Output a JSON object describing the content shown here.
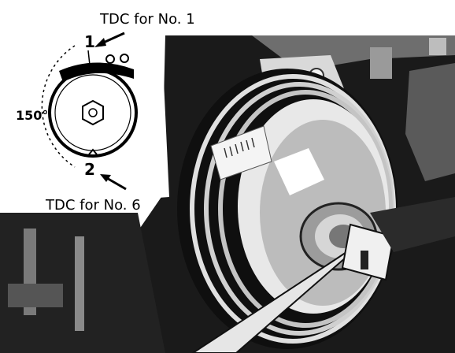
{
  "labels": {
    "tdc_no1": "TDC for No. 1",
    "tdc_no6": "TDC for No. 6",
    "mark_1": "1",
    "mark_2": "2",
    "angle": "150°"
  },
  "colors": {
    "ink": "#000000",
    "paper": "#ffffff"
  }
}
